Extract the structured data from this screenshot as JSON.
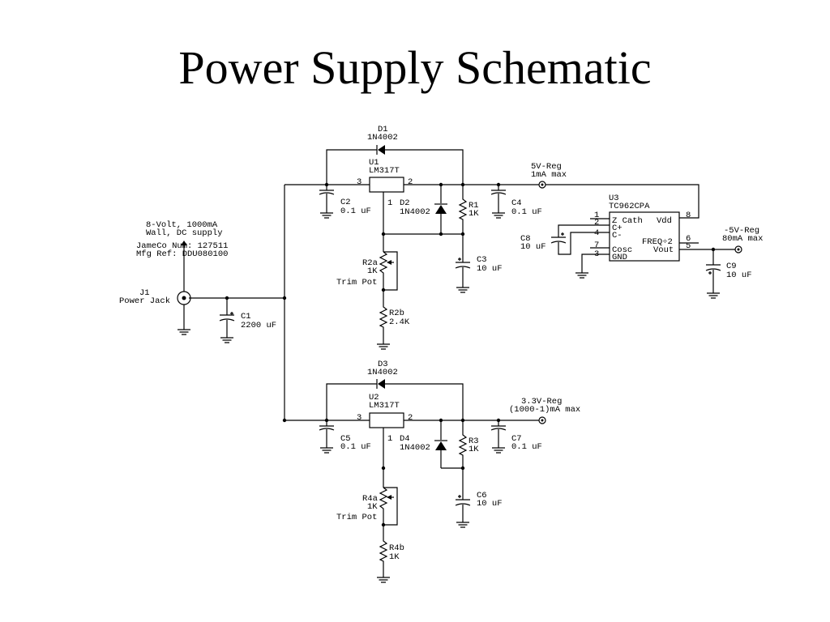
{
  "title": "Power Supply Schematic",
  "labels": {
    "d1_ref": "D1",
    "d1_part": "1N4002",
    "u1_ref": "U1",
    "u1_part": "LM317T",
    "u1_pin3": "3",
    "u1_pin2": "2",
    "u1_pin1": "1",
    "c2": "C2",
    "c2_val": "0.1 uF",
    "d2_ref": "D2",
    "d2_part": "1N4002",
    "r1_ref": "R1",
    "r1_val": "1K",
    "c4": "C4",
    "c4_val": "0.1 uF",
    "out5_name": "5V-Reg",
    "out5_spec": "1mA max",
    "r2a_ref": "R2a",
    "r2a_val": "1K",
    "r2a_desc": "Trim Pot",
    "c3": "C3",
    "c3_val": "10 uF",
    "r2b_ref": "R2b",
    "r2b_val": "2.4K",
    "supply_l1": "8-Volt, 1000mA",
    "supply_l2": "Wall, DC supply",
    "supply_l3": "JameCo Num: 127511",
    "supply_l4": "Mfg Ref: DDU080100",
    "j1_ref": "J1",
    "j1_desc": "Power Jack",
    "c1": "C1",
    "c1_val": "2200 uF",
    "u3_ref": "U3",
    "u3_part": "TC962CPA",
    "u3_p1": "1",
    "u3_p2": "2",
    "u3_p4": "4",
    "u3_p7": "7",
    "u3_p3": "3",
    "u3_p8": "8",
    "u3_p6": "6",
    "u3_p5": "5",
    "u3_zcath": "Z Cath",
    "u3_cplus": "C+",
    "u3_cminus": "C-",
    "u3_cosc": "Cosc",
    "u3_gnd": "GND",
    "u3_vdd": "Vdd",
    "u3_freq": "FREQ÷2",
    "u3_vout": "Vout",
    "c8": "C8",
    "c8_val": "10 uF",
    "outm5_name": "-5V-Reg",
    "outm5_spec": "80mA max",
    "c9": "C9",
    "c9_val": "10 uF",
    "d3_ref": "D3",
    "d3_part": "1N4002",
    "u2_ref": "U2",
    "u2_part": "LM317T",
    "u2_pin3": "3",
    "u2_pin2": "2",
    "u2_pin1": "1",
    "out33_name": "3.3V-Reg",
    "out33_spec": "(1000-1)mA max",
    "c5": "C5",
    "c5_val": "0.1 uF",
    "d4_ref": "D4",
    "d4_part": "1N4002",
    "r3_ref": "R3",
    "r3_val": "1K",
    "c7": "C7",
    "c7_val": "0.1 uF",
    "r4a_ref": "R4a",
    "r4a_val": "1K",
    "r4a_desc": "Trim Pot",
    "c6": "C6",
    "c6_val": "10 uF",
    "r4b_ref": "R4b",
    "r4b_val": "1K"
  }
}
